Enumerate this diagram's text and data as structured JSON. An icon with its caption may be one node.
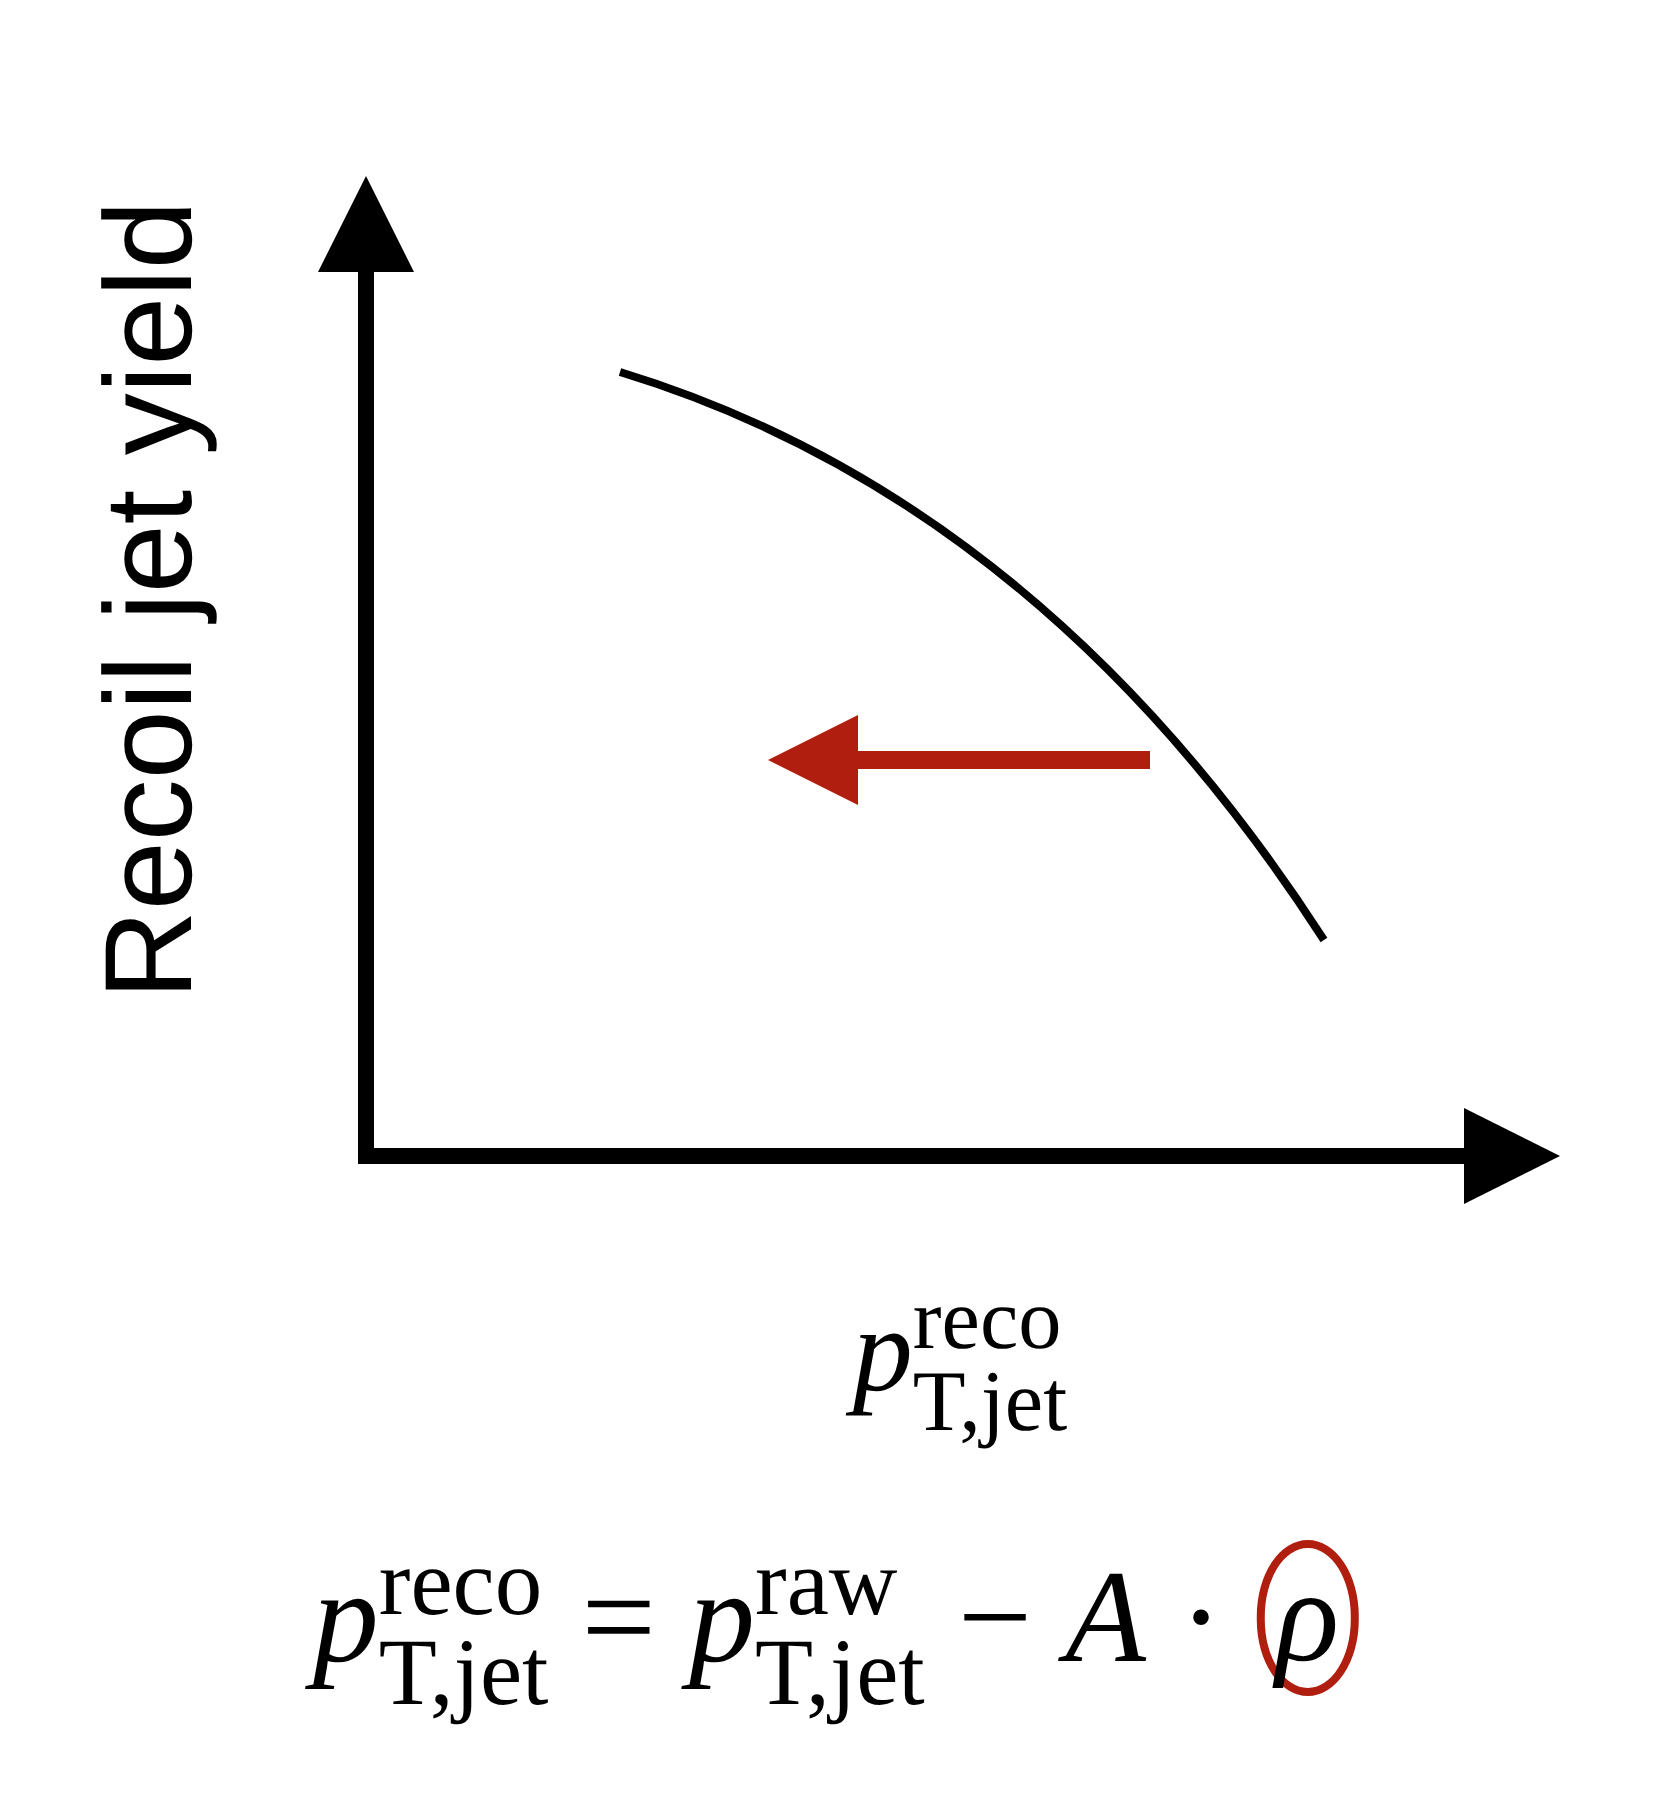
{
  "diagram": {
    "labels": [
      "Recoil jet yield",
      "*p*$^{reco}$$_{T,jet}$",
      "*p*$^{reco}$$_{T,jet}$ = *p*$^{raw}$$_{T,jet}$ − *A* · *ρ*"
    ]
  }
}
